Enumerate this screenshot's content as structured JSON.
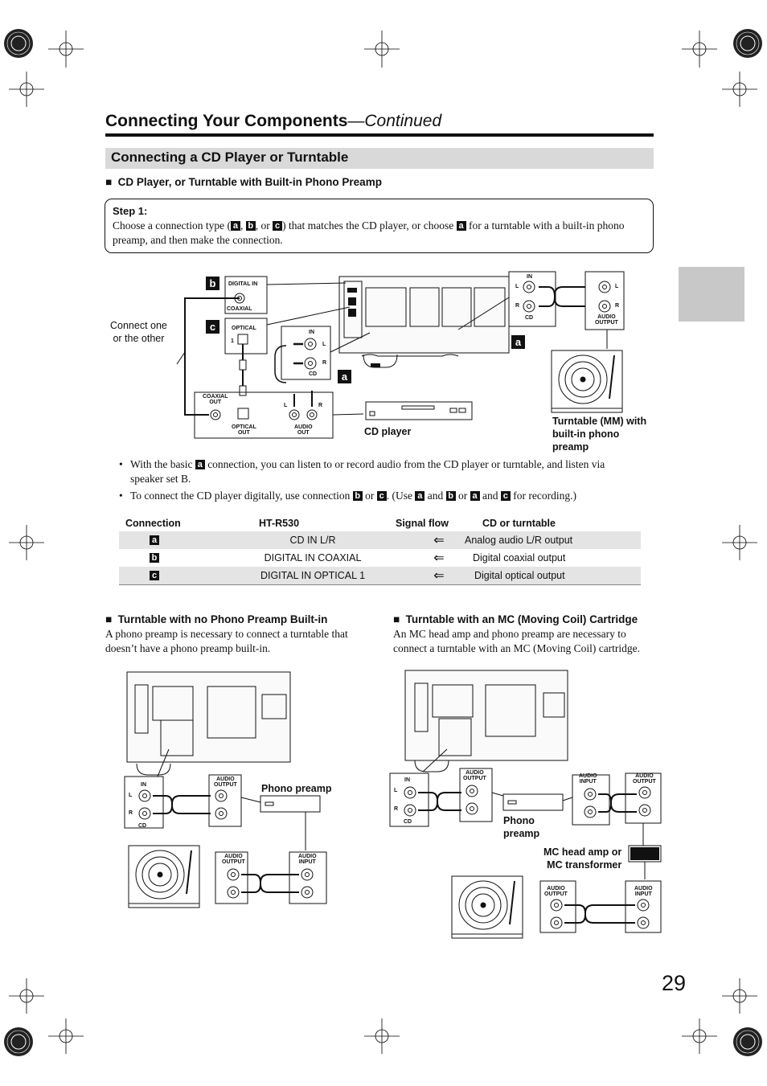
{
  "header": {
    "title": "Connecting Your Components",
    "title_suffix": "—Continued"
  },
  "section": {
    "title": "Connecting a CD Player or Turntable"
  },
  "sub1": {
    "heading": "CD Player, or Turntable with Built-in Phono Preamp"
  },
  "step": {
    "title": "Step 1:",
    "t1": "Choose a connection type (",
    "t2": ", ",
    "t3": ", or ",
    "t4": ") that matches the CD player, or choose ",
    "t5": " for a turntable with a built-in phono",
    "line2": "preamp, and then make the connection."
  },
  "labels": {
    "a": "a",
    "b": "b",
    "c": "c"
  },
  "diagram1": {
    "digital_in": "DIGITAL IN",
    "coaxial": "COAXIAL",
    "optical": "OPTICAL",
    "optical_num": "1",
    "connect_one": "Connect one",
    "or_other": "or the other",
    "in": "IN",
    "cd": "CD",
    "l": "L",
    "r": "R",
    "coaxial_out_1": "COAXIAL",
    "coaxial_out_2": "OUT",
    "optical_out_1": "OPTICAL",
    "optical_out_2": "OUT",
    "audio_out_1": "AUDIO",
    "audio_out_2": "OUT",
    "audio_output_1": "AUDIO",
    "audio_output_2": "OUTPUT",
    "cd_player": "CD player",
    "turntable_caption": [
      "Turntable (MM) with",
      "built-in phono",
      "preamp"
    ]
  },
  "bullets": {
    "b1_a": "With the basic ",
    "b1_b": " connection, you can listen to or record audio from the CD player or turntable, and listen via",
    "b1_c": "speaker set B.",
    "b2_a": "To connect the CD player digitally, use connection ",
    "b2_b": " or ",
    "b2_c": ". (Use ",
    "b2_d": " and ",
    "b2_e": " or ",
    "b2_f": " and ",
    "b2_g": " for recording.)"
  },
  "table": {
    "headers": [
      "Connection",
      "HT-R530",
      "Signal flow",
      "CD or turntable"
    ],
    "rows": [
      {
        "conn": "a",
        "htr": "CD IN L/R",
        "flow": "⇐",
        "cd": "Analog audio L/R output"
      },
      {
        "conn": "b",
        "htr": "DIGITAL IN COAXIAL",
        "flow": "⇐",
        "cd": "Digital coaxial output"
      },
      {
        "conn": "c",
        "htr": "DIGITAL IN OPTICAL 1",
        "flow": "⇐",
        "cd": "Digital optical output"
      }
    ]
  },
  "sub2": {
    "heading": "Turntable with no Phono Preamp Built-in",
    "body1": "A phono preamp is necessary to connect a turntable that",
    "body2": "doesn’t have a phono preamp built-in.",
    "phono_preamp": "Phono preamp",
    "audio_input_1": "AUDIO",
    "audio_input_2": "INPUT"
  },
  "sub3": {
    "heading": "Turntable with an MC (Moving Coil) Cartridge",
    "body1": "An MC head amp and phono preamp are necessary to",
    "body2": "connect a turntable with an MC (Moving Coil) cartridge.",
    "phono_1": "Phono",
    "phono_2": "preamp",
    "mc_1": "MC head amp or",
    "mc_2": "MC transformer"
  },
  "page_number": "29"
}
